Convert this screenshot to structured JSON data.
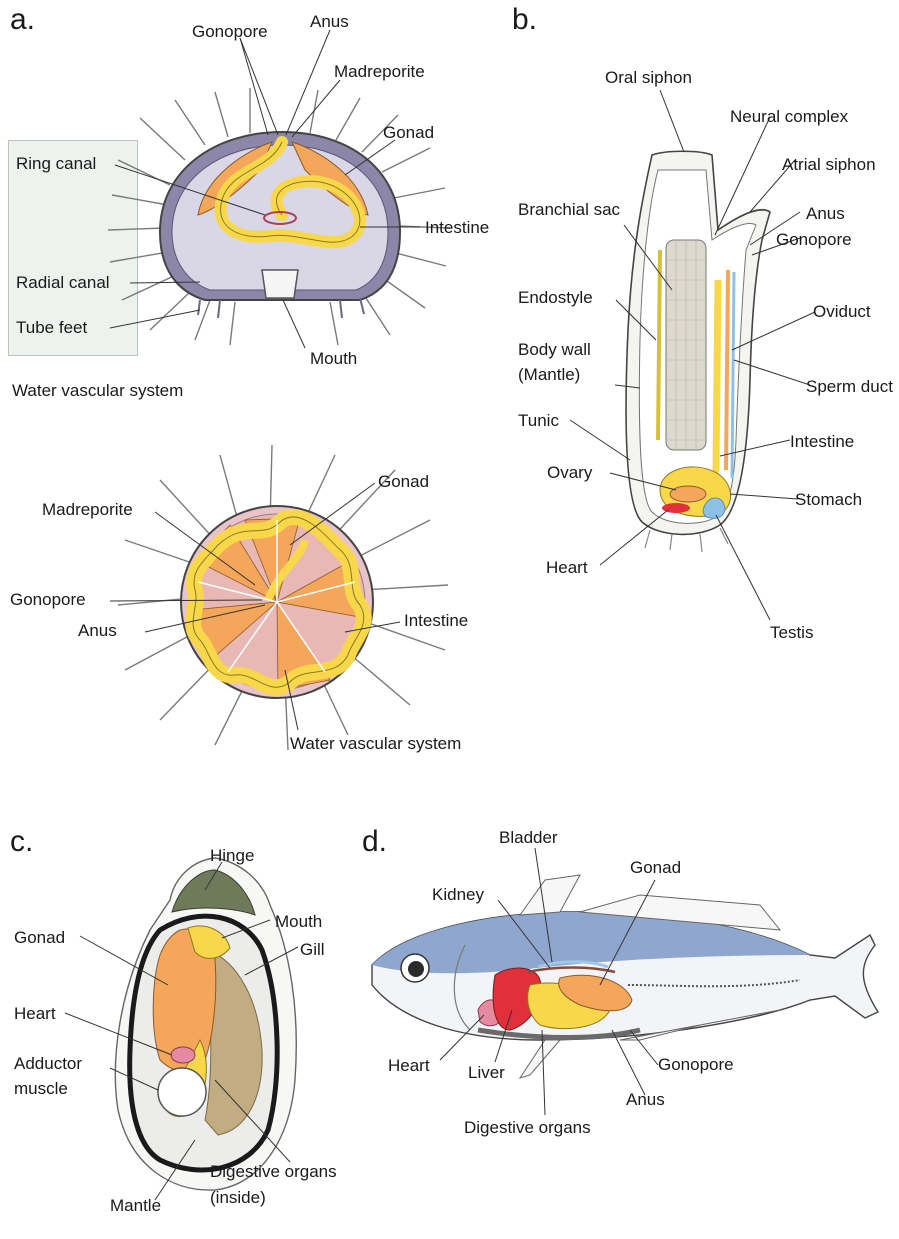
{
  "colors": {
    "gonad": "#f4a65a",
    "intestine": "#f8d84a",
    "heart": "#e0303a",
    "body_outline": "#444444",
    "sea_urchin_body": "#8c86a8",
    "fish_back": "#8fa7cf",
    "testis": "#8fc1e6",
    "gill": "#c2ac82"
  },
  "panels": {
    "a": {
      "letter": "a.",
      "top_view": {
        "gonopore": "Gonopore",
        "anus": "Anus",
        "madreporite": "Madreporite",
        "gonad": "Gonad",
        "ring_canal": "Ring canal",
        "intestine": "Intestine",
        "radial_canal": "Radial canal",
        "tube_feet": "Tube feet",
        "mouth": "Mouth",
        "water_vascular_system": "Water vascular system"
      },
      "bottom_view": {
        "gonad": "Gonad",
        "madreporite": "Madreporite",
        "gonopore": "Gonopore",
        "anus": "Anus",
        "intestine": "Intestine",
        "water_vascular_system": "Water vascular system"
      }
    },
    "b": {
      "letter": "b.",
      "oral_siphon": "Oral siphon",
      "neural_complex": "Neural complex",
      "atrial_siphon": "Atrial siphon",
      "branchial_sac": "Branchial sac",
      "anus": "Anus",
      "gonopore": "Gonopore",
      "endostyle": "Endostyle",
      "oviduct": "Oviduct",
      "body_wall_line1": "Body wall",
      "body_wall_line2": "(Mantle)",
      "sperm_duct": "Sperm duct",
      "tunic": "Tunic",
      "intestine": "Intestine",
      "ovary": "Ovary",
      "stomach": "Stomach",
      "heart": "Heart",
      "testis": "Testis"
    },
    "c": {
      "letter": "c.",
      "hinge": "Hinge",
      "mouth": "Mouth",
      "gonad": "Gonad",
      "gill": "Gill",
      "heart": "Heart",
      "adductor_line1": "Adductor",
      "adductor_line2": "muscle",
      "digestive_line1": "Digestive organs",
      "digestive_line2": "(inside)",
      "mantle": "Mantle"
    },
    "d": {
      "letter": "d.",
      "bladder": "Bladder",
      "gonad": "Gonad",
      "kidney": "Kidney",
      "heart": "Heart",
      "liver": "Liver",
      "gonopore": "Gonopore",
      "anus": "Anus",
      "digestive_organs": "Digestive organs"
    }
  }
}
